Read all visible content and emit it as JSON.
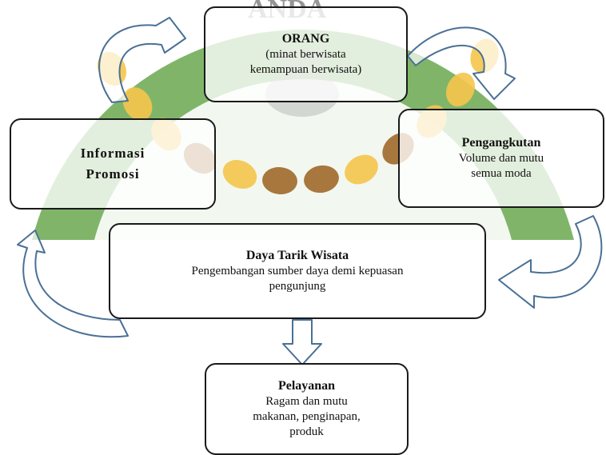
{
  "watermark": {
    "text": "ANDA",
    "colors": {
      "ring_green": "#6aa84f",
      "bead_yellow": "#f6c64d",
      "bead_brown": "#a06a2a"
    }
  },
  "boxes": {
    "orang": {
      "title": "ORANG",
      "lines": [
        "(minat berwisata",
        "kemampuan berwisata)"
      ]
    },
    "informasi": {
      "title_lines": [
        "Informasi",
        "Promosi"
      ]
    },
    "pengangkutan": {
      "title": "Pengangkutan",
      "lines": [
        "Volume dan mutu",
        "semua moda"
      ]
    },
    "daya_tarik": {
      "title": "Daya Tarik Wisata",
      "lines": [
        "Pengembangan sumber daya demi kepuasan",
        "pengunjung"
      ]
    },
    "pelayanan": {
      "title": "Pelayanan",
      "lines": [
        "Ragam dan mutu",
        "makanan, penginapan,",
        "produk"
      ]
    }
  },
  "arrow_color": "#4a7096"
}
